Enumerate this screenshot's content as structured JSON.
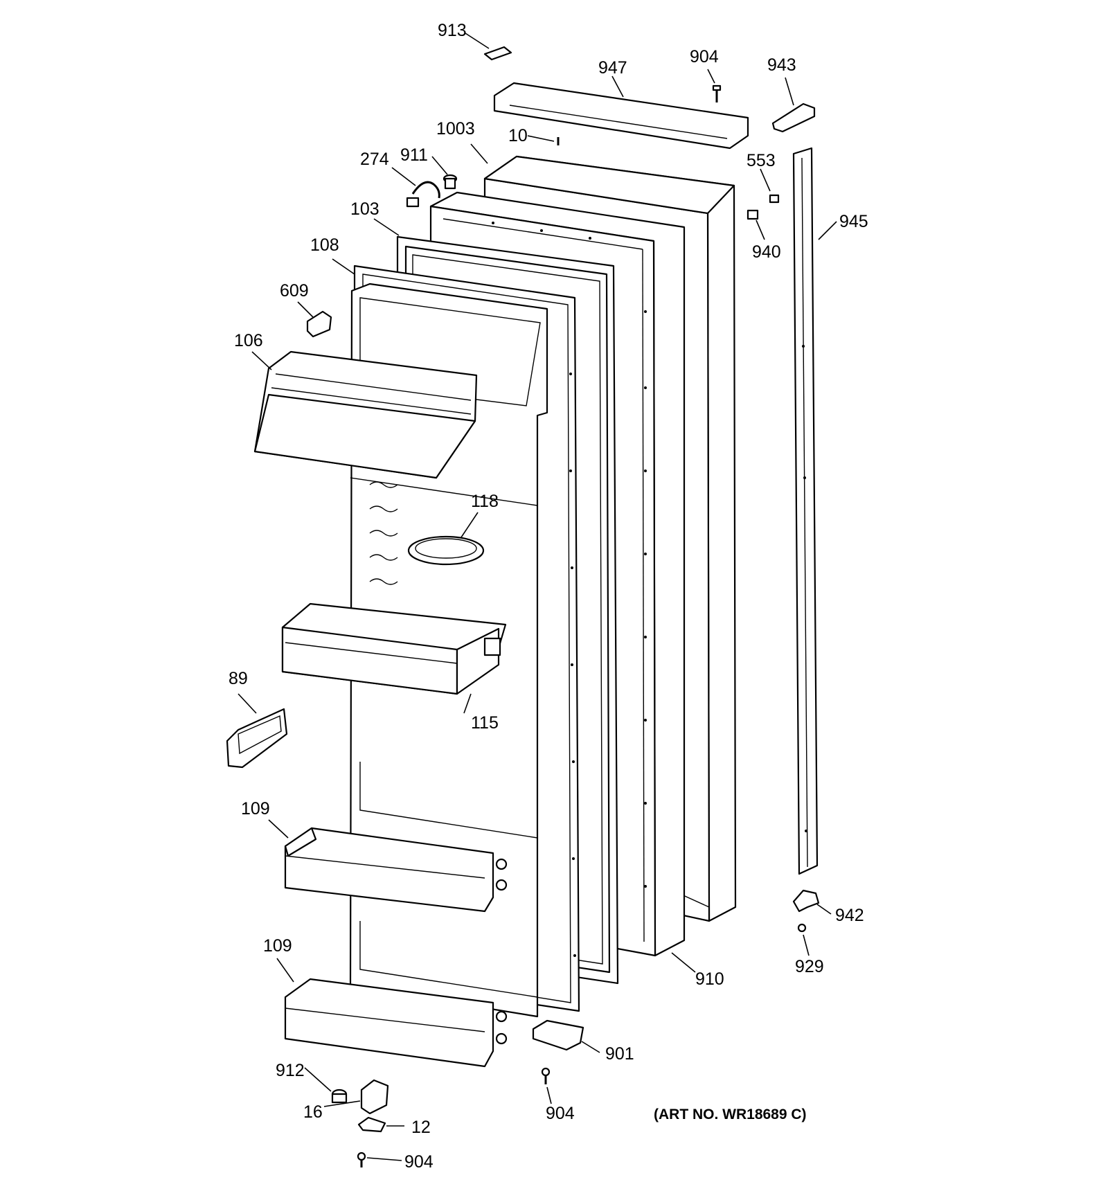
{
  "art_number": "(ART NO. WR18689 C)",
  "labels": {
    "p913": "913",
    "p947": "947",
    "p904_top": "904",
    "p943": "943",
    "p1003": "1003",
    "p10": "10",
    "p274": "274",
    "p911": "911",
    "p553": "553",
    "p103": "103",
    "p945": "945",
    "p940": "940",
    "p108": "108",
    "p609": "609",
    "p106": "106",
    "p118": "118",
    "p89": "89",
    "p115": "115",
    "p109_upper": "109",
    "p942": "942",
    "p109_lower": "109",
    "p929": "929",
    "p910": "910",
    "p901": "901",
    "p912": "912",
    "p16": "16",
    "p904_mid": "904",
    "p12": "12",
    "p904_bottom": "904"
  }
}
